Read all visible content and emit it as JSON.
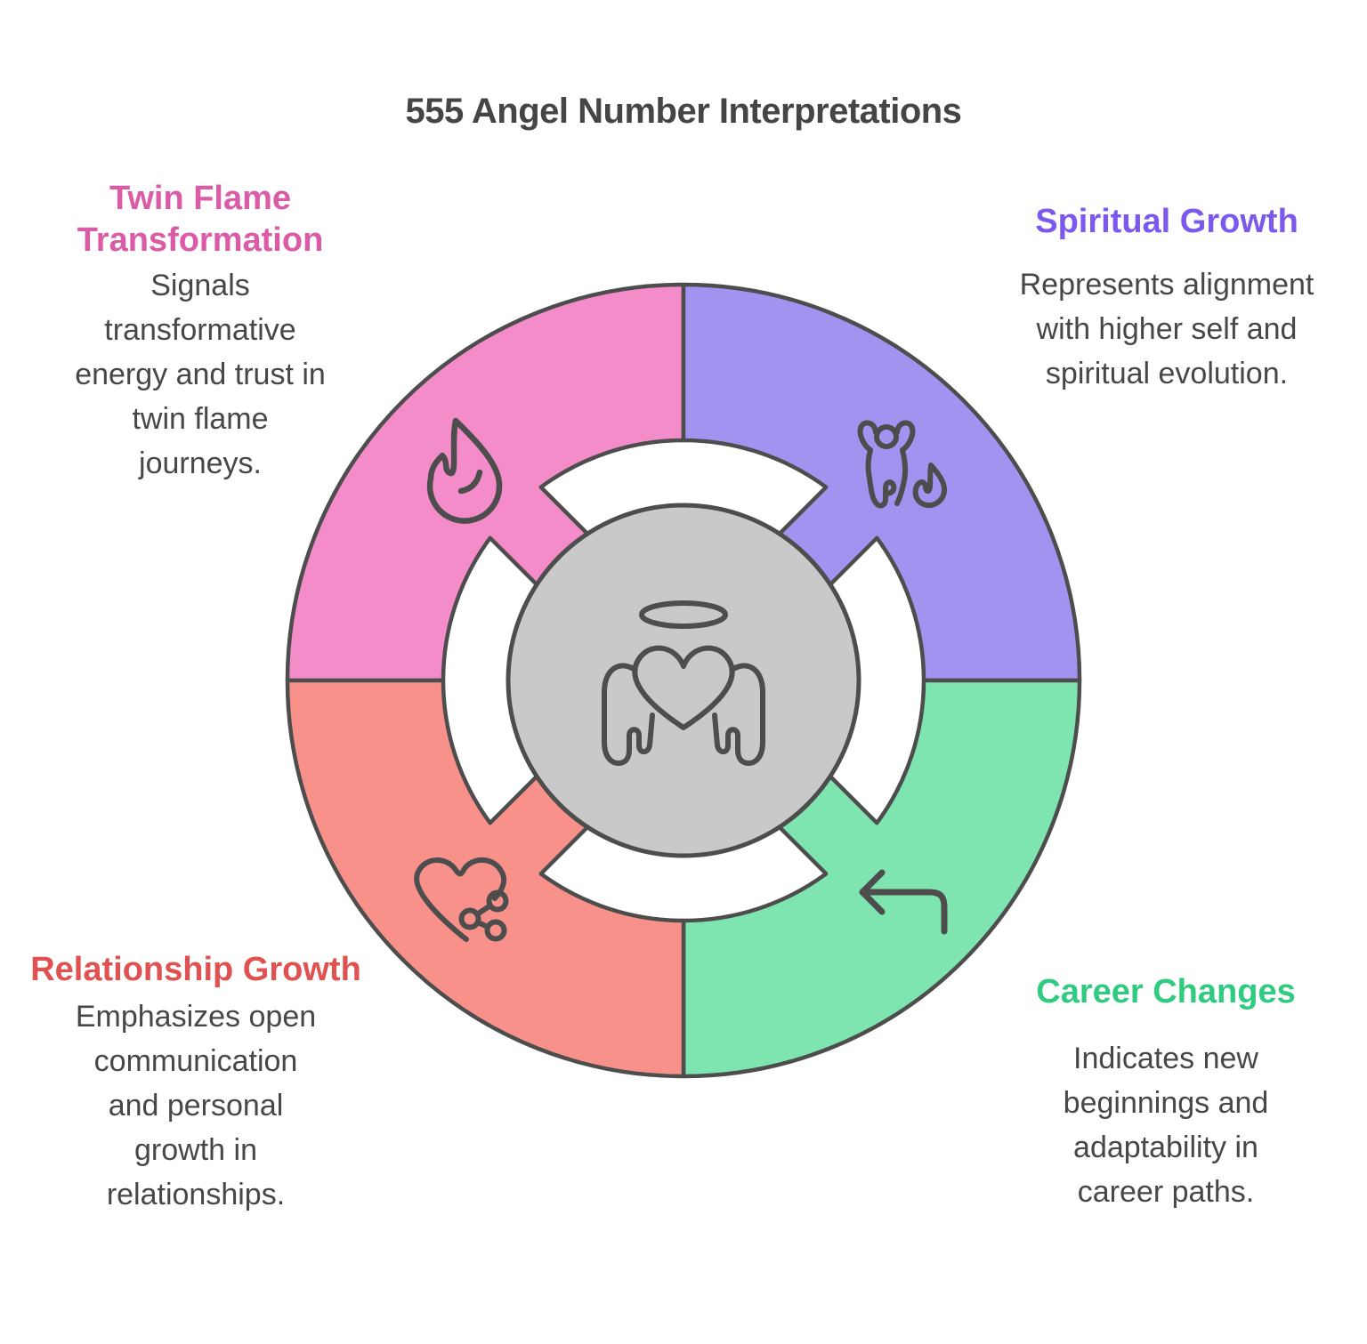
{
  "title": "555 Angel Number Interpretations",
  "segments": [
    {
      "id": "twin-flame-transformation",
      "title": "Twin Flame Transformation",
      "description": "Signals transformative energy and trust in twin flame journeys.",
      "color": "#f48cca",
      "heading_color": "#db5ba6",
      "icon": "flame-icon",
      "position": "top-left"
    },
    {
      "id": "spiritual-growth",
      "title": "Spiritual Growth",
      "description": "Represents alignment with higher self and spiritual evolution.",
      "color": "#a492f0",
      "heading_color": "#7b58ee",
      "icon": "person-celebrating-flame-icon",
      "position": "top-right"
    },
    {
      "id": "relationship-growth",
      "title": "Relationship Growth",
      "description": "Emphasizes open communication and personal growth in relationships.",
      "color": "#f7918a",
      "heading_color": "#e05252",
      "icon": "heart-share-icon",
      "position": "bottom-left"
    },
    {
      "id": "career-changes",
      "title": "Career Changes",
      "description": "Indicates new beginnings and adaptability in career paths.",
      "color": "#7ee5b1",
      "heading_color": "#2fcb80",
      "icon": "return-arrow-icon",
      "position": "bottom-right"
    }
  ],
  "center": {
    "icon": "angel-heart-halo-icon",
    "fill": "#c9c9c9"
  },
  "style": {
    "outline_color": "#4d4d4d",
    "background": "#ffffff"
  }
}
